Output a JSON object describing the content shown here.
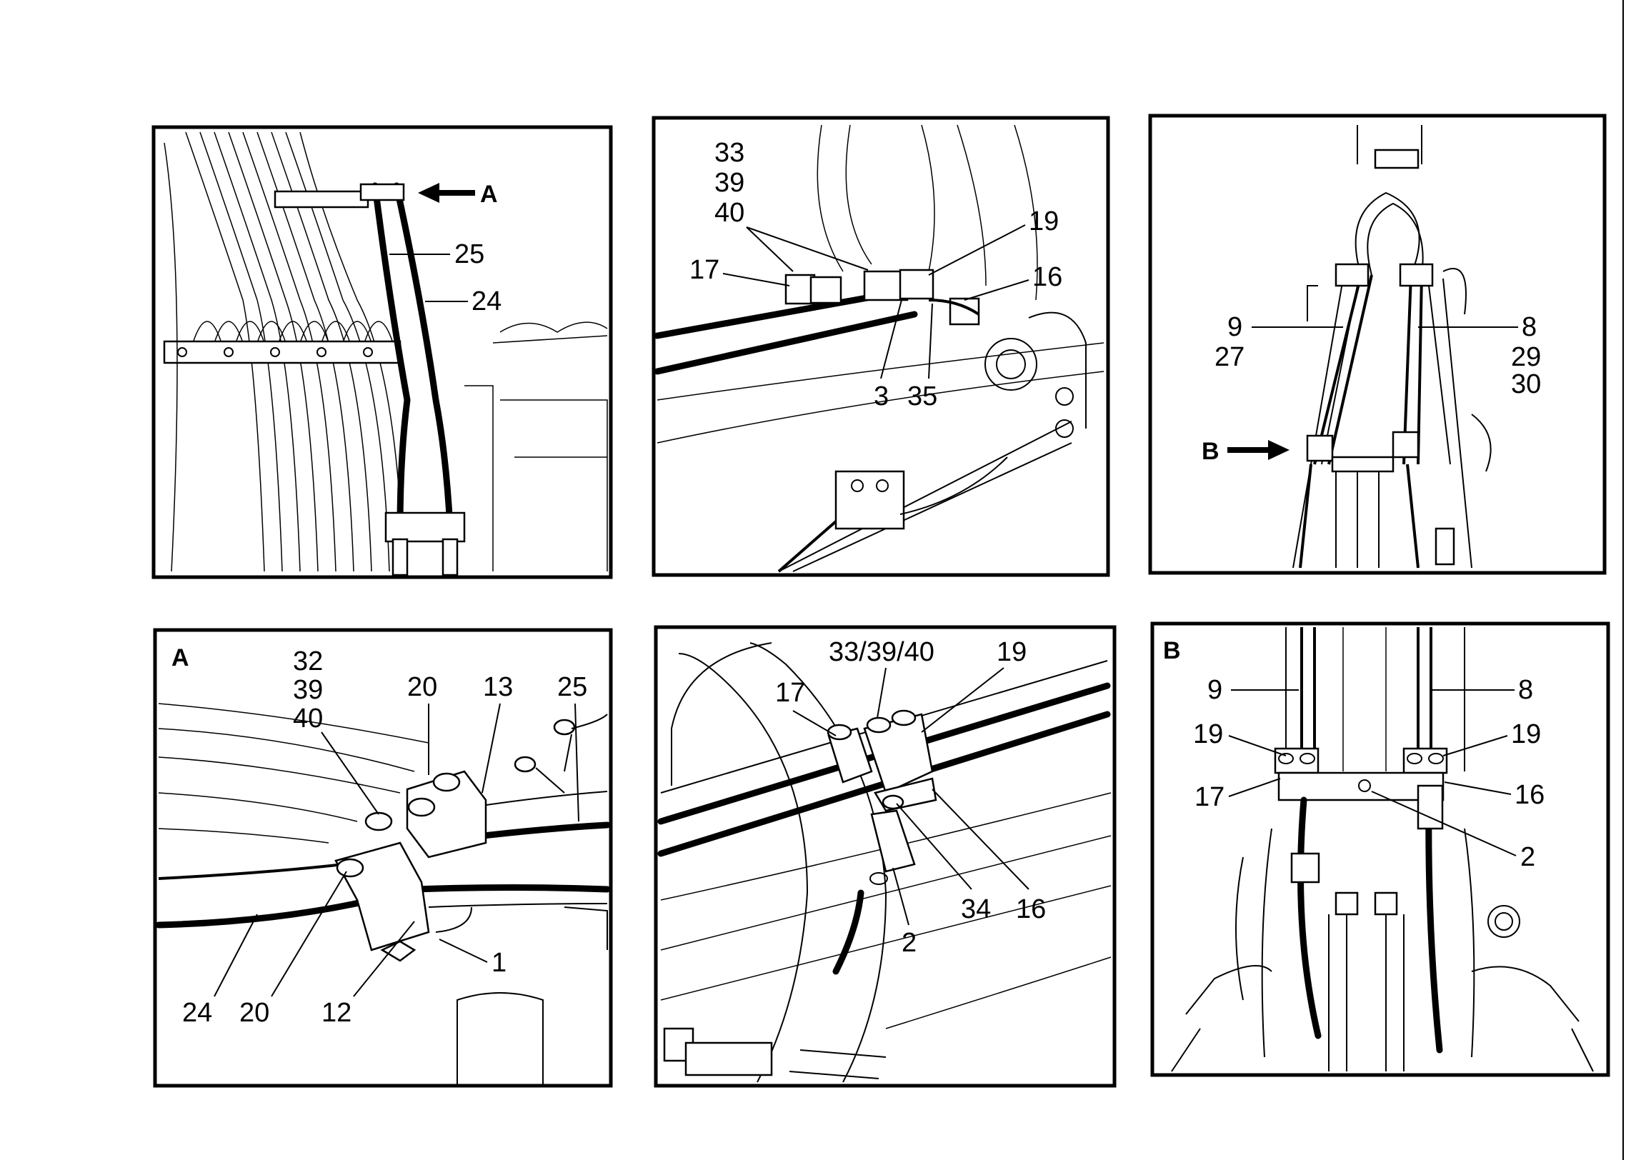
{
  "panels": [
    {
      "id": "p1",
      "labels": {
        "arrow_a": "A",
        "n25": "25",
        "n24": "24"
      }
    },
    {
      "id": "p2",
      "labels": {
        "n33": "33",
        "n39": "39",
        "n40": "40",
        "n17": "17",
        "n19": "19",
        "n16": "16",
        "n3": "3",
        "n35": "35"
      }
    },
    {
      "id": "p3",
      "labels": {
        "n9": "9",
        "n27": "27",
        "n8": "8",
        "n29": "29",
        "n30": "30",
        "arrow_b": "B"
      }
    },
    {
      "id": "p4",
      "labels": {
        "corner": "A",
        "n32": "32",
        "n39": "39",
        "n40": "40",
        "n20a": "20",
        "n13": "13",
        "n25": "25",
        "n24": "24",
        "n20b": "20",
        "n12": "12",
        "n1": "1"
      }
    },
    {
      "id": "p5",
      "labels": {
        "n33_39_40": "33/39/40",
        "n19": "19",
        "n17": "17",
        "n34": "34",
        "n16": "16",
        "n2": "2"
      }
    },
    {
      "id": "p6",
      "labels": {
        "corner": "B",
        "n9": "9",
        "n8": "8",
        "n19a": "19",
        "n19b": "19",
        "n17": "17",
        "n16": "16",
        "n2": "2"
      }
    }
  ]
}
